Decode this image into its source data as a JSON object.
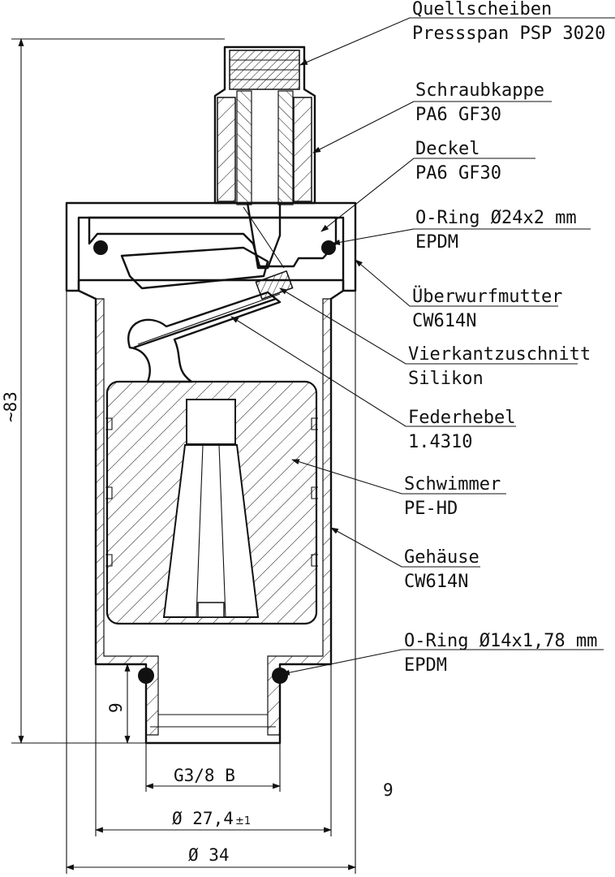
{
  "callouts": [
    {
      "name": "Quellscheiben",
      "material": "Pressspan PSP 3020"
    },
    {
      "name": "Schraubkappe",
      "material": "PA6 GF30"
    },
    {
      "name": "Deckel",
      "material": "PA6 GF30"
    },
    {
      "name": "O-Ring Ø24x2 mm",
      "material": "EPDM"
    },
    {
      "name": "Überwurfmutter",
      "material": "CW614N"
    },
    {
      "name": "Vierkantzuschnitt",
      "material": "Silikon"
    },
    {
      "name": "Federhebel",
      "material": "1.4310"
    },
    {
      "name": "Schwimmer",
      "material": "PE-HD"
    },
    {
      "name": "Gehäuse",
      "material": "CW614N"
    },
    {
      "name": "O-Ring Ø14x1,78 mm",
      "material": "EPDM"
    }
  ],
  "dimensions": {
    "height": "~83",
    "thread_length": "9",
    "thread": "G3/8 B",
    "body_diameter": "Ø 27,4",
    "body_tolerance": "±1",
    "nut_diameter": "Ø 34",
    "page_number": "9"
  },
  "colors": {
    "line": "#111111",
    "background": "#ffffff"
  }
}
